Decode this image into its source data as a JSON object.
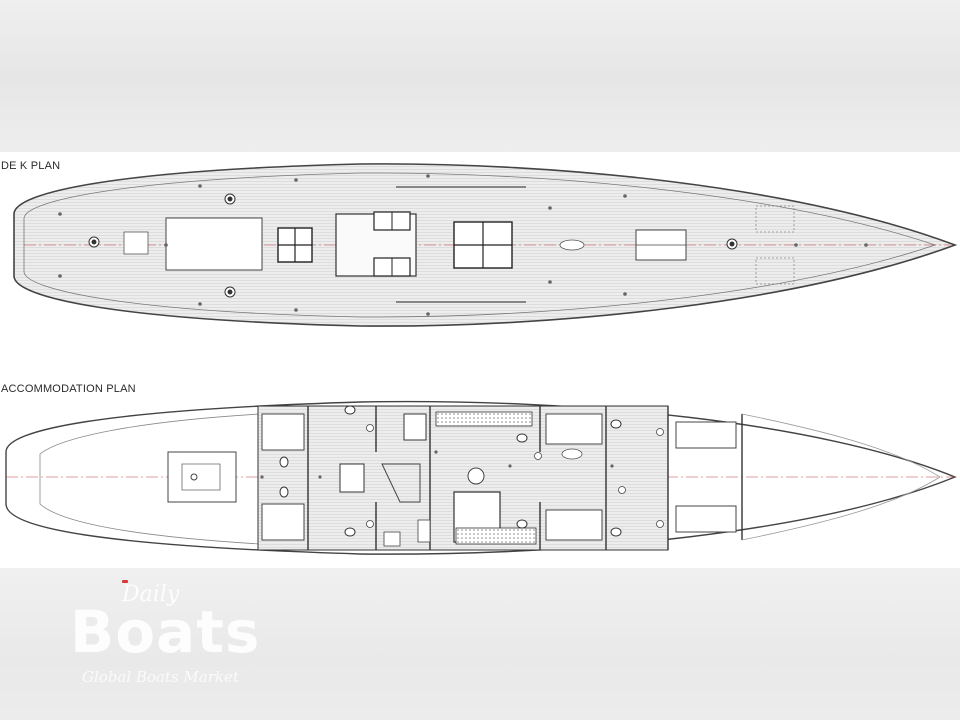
{
  "labels": {
    "deck_plan": "DE K PLAN",
    "accommodation_plan": "ACCOMMODATION PLAN"
  },
  "watermark": {
    "daily": "Daily",
    "boats": "Boats",
    "tagline": "Global Boats Market"
  },
  "colors": {
    "hull_line": "#444444",
    "deck_fill": "#e9e9e9",
    "centerline": "#c04040",
    "brand_accent": "#d83a3a"
  },
  "icons": [
    "winch-icon",
    "hatch-icon",
    "bollard-icon",
    "toilet-icon",
    "bunk-icon"
  ]
}
